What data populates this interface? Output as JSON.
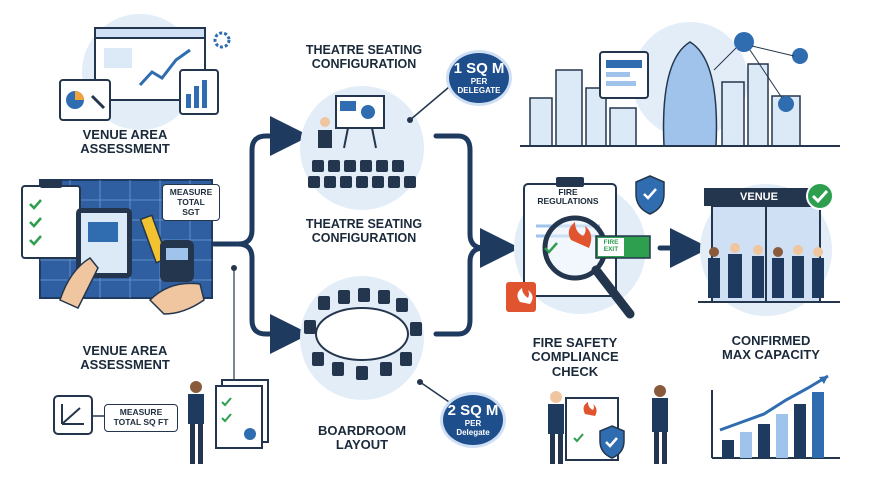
{
  "labels": {
    "venue_top": "VENUE AREA\nASSESSMENT",
    "venue_bottom": "VENUE AREA\nASSESSMENT",
    "theatre_top": "THEATRE SEATING\nCONFIGURATION",
    "theatre_mid": "THEATRE SEATING\nCONFIGURATION",
    "boardroom": "BOARDROOM\nLAYOUT",
    "fire": "FIRE SAFETY\nCOMPLIANCE\nCHECK",
    "confirmed": "CONFIRMED\nMAX CAPACITY"
  },
  "badges": {
    "theatre": {
      "value": "1 SQ M",
      "unit": "PER\nDELEGATE"
    },
    "boardroom": {
      "value": "2 SQ M",
      "unit": "PER\nDelegate"
    }
  },
  "callouts": {
    "measure_top": "MEASURE\nTOTAL SGT",
    "measure_bottom": "MEASURE\nTOTAL SQ FT"
  },
  "signs": {
    "fire_regulations": "FIRE\nREGULATIONS",
    "fire_exit": "FIRE\nEXIT",
    "venue": "VENUE"
  },
  "colors": {
    "navy": "#1f3a5f",
    "blue": "#2f6db0",
    "light_blue": "#dce9f6",
    "accent_red": "#e0552f",
    "green": "#2e9e4f"
  }
}
